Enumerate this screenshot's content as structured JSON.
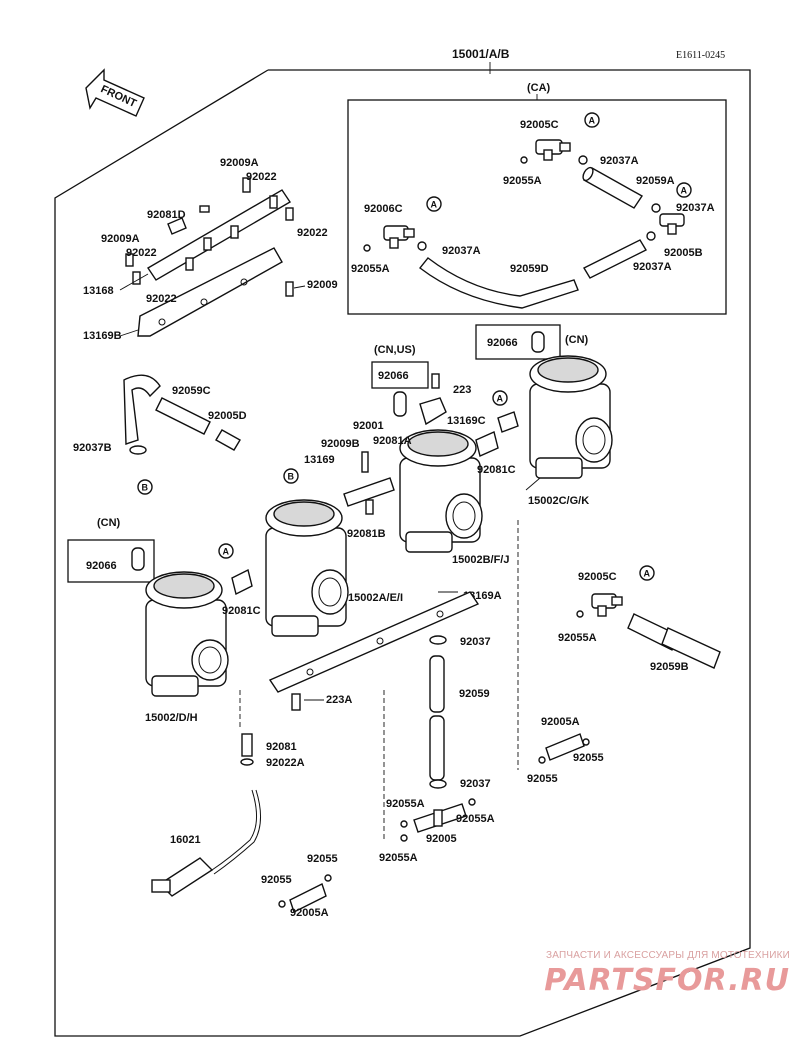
{
  "diagram": {
    "ref_code": "E1611-0245",
    "main_assembly": "15001/A/B",
    "front_label": "FRONT",
    "region_notes": {
      "ca": "(CA)",
      "cn_us": "(CN,US)",
      "cn_right": "(CN)",
      "cn_left": "(CN)"
    },
    "circle_markers": {
      "a": "A",
      "b": "B"
    },
    "labels": {
      "ca_92005C": "92005C",
      "ca_92055A_1": "92055A",
      "ca_92037A_1": "92037A",
      "ca_92059A": "92059A",
      "ca_92037A_2": "92037A",
      "ca_92006C": "92006C",
      "ca_92037A_3": "92037A",
      "ca_92055A_2": "92055A",
      "ca_92059D": "92059D",
      "ca_92005B": "92005B",
      "ca_92037A_4": "92037A",
      "r_92009A_1": "92009A",
      "r_92022_1": "92022",
      "r_92081D": "92081D",
      "r_92009A_2": "92009A",
      "r_92022_2": "92022",
      "r_92022_3": "92022",
      "r_13168": "13168",
      "r_92022_4": "92022",
      "r_92009": "92009",
      "r_13169B": "13169B",
      "cn_92066_1": "92066",
      "cnus_92066": "92066",
      "b_223": "223",
      "b_13169C": "13169C",
      "h_92059C": "92059C",
      "h_92005D": "92005D",
      "h_92037B": "92037B",
      "m_92001": "92001",
      "m_92009B": "92009B",
      "m_92081A": "92081A",
      "m_13169": "13169",
      "m_92081C_1": "92081C",
      "m_92081B": "92081B",
      "m_15002CGK": "15002C/G/K",
      "m_15002BFJ": "15002B/F/J",
      "m_15002AEI": "15002A/E/I",
      "m_13169A": "13169A",
      "m_92081C_2": "92081C",
      "m_15002DH": "15002/D/H",
      "cn_92066_2": "92066",
      "rt_92005C": "92005C",
      "rt_92055A": "92055A",
      "rt_92059B": "92059B",
      "rb_92005A": "92005A",
      "rb_92055_1": "92055",
      "rb_92055_2": "92055",
      "lo_223A": "223A",
      "lo_92037_1": "92037",
      "lo_92059": "92059",
      "lo_92037_2": "92037",
      "lo_92081": "92081",
      "lo_92022A": "92022A",
      "lo_92055A_1": "92055A",
      "lo_92055A_2": "92055A",
      "lo_92005": "92005",
      "lo_92055A_3": "92055A",
      "lo_16021": "16021",
      "lo_92055_1": "92055",
      "lo_92055_2": "92055",
      "lo_92005A": "92005A"
    }
  },
  "watermark": {
    "top": "ЗАПЧАСТИ И АКСЕССУАРЫ ДЛЯ МОТОТЕХНИКИ",
    "brand": "PARTSFOR.RU"
  }
}
